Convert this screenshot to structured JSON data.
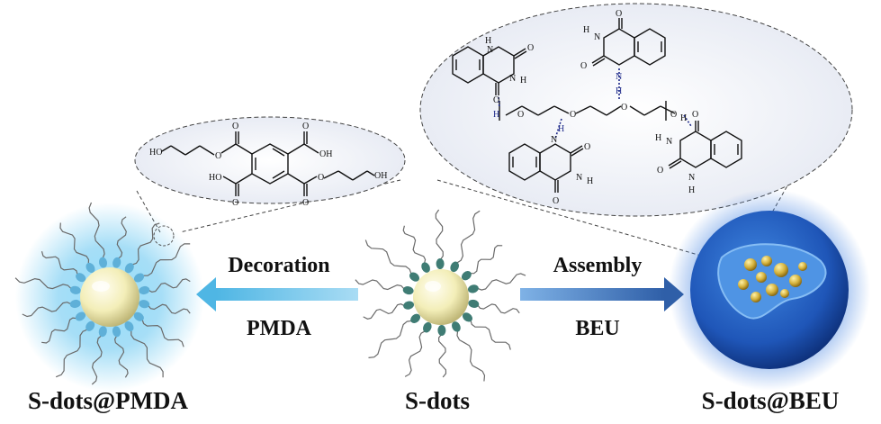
{
  "labels": {
    "left_particle": "S-dots@PMDA",
    "center_particle": "S-dots",
    "right_particle": "S-dots@BEU",
    "left_arrow_top": "Decoration",
    "left_arrow_bottom": "PMDA",
    "right_arrow_top": "Assembly",
    "right_arrow_bottom": "BEU"
  },
  "atoms": {
    "oh": "OH",
    "ho": "HO",
    "o": "O",
    "n": "N",
    "h": "H"
  },
  "colors": {
    "core": "#f3eeb8",
    "ligand_teal": "#3f7c74",
    "glow_blue": "#5fc4f0",
    "arrow_left": "#4fb6e4",
    "arrow_right": "#2f5fa8",
    "sphere_blue": "#1f56b8",
    "bond_blue": "#1e2a8a"
  }
}
